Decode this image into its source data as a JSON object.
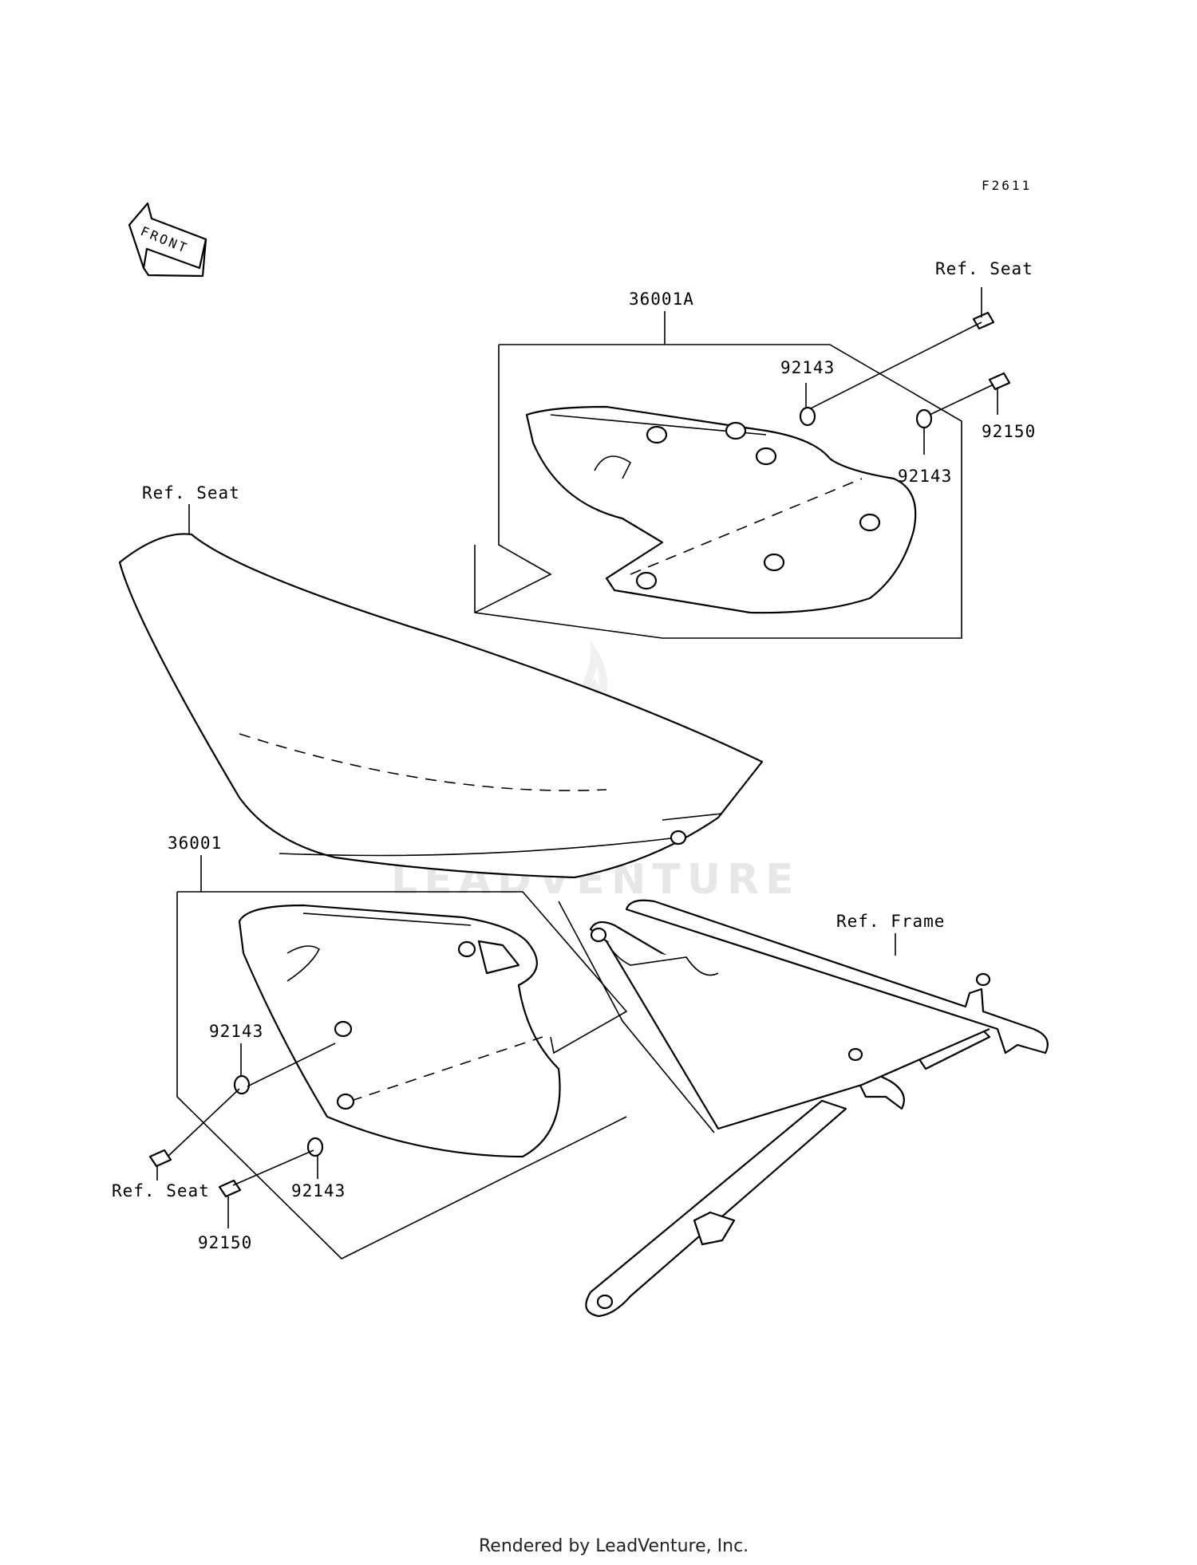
{
  "figure_code": "F2611",
  "front_label": "FRONT",
  "labels": {
    "ref_seat_top": "Ref. Seat",
    "part_36001A": "36001A",
    "washer_top_a": "92143",
    "bolt_top": "92150",
    "washer_top_b": "92143",
    "ref_seat_left": "Ref. Seat",
    "part_36001": "36001",
    "washer_bottom_a": "92143",
    "ref_seat_bottom": "Ref. Seat",
    "washer_bottom_b": "92143",
    "bolt_bottom": "92150",
    "ref_frame": "Ref. Frame"
  },
  "watermark": "LEADVENTURE",
  "footer": "Rendered by LeadVenture, Inc."
}
